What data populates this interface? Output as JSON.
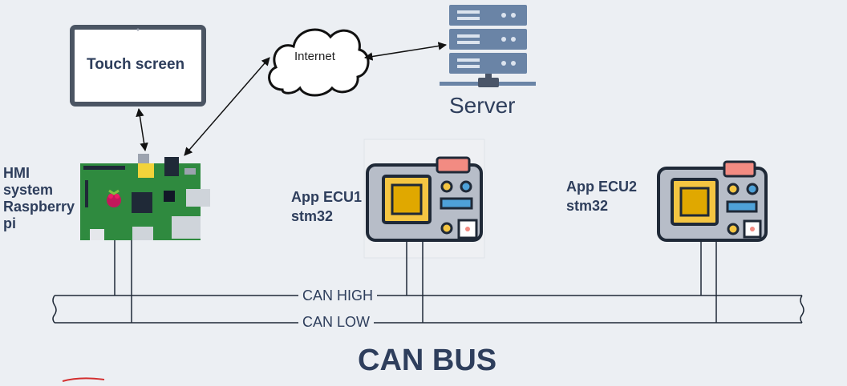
{
  "diagram": {
    "touch_screen_label": "Touch screen",
    "internet_label": "Internet",
    "server_label": "Server",
    "hmi_label_lines": [
      "HMI",
      "system",
      "Raspberry",
      "pi"
    ],
    "ecu1_label_lines": [
      "App ECU1",
      "stm32"
    ],
    "ecu2_label_lines": [
      "App ECU2",
      "stm32"
    ],
    "can_high_label": "CAN HIGH",
    "can_low_label": "CAN LOW",
    "bus_title": "CAN BUS"
  },
  "colors": {
    "text": "#2e3e5c",
    "server_blue": "#6a84a6",
    "chip_yellow": "#f4c542",
    "board_green": "#2e8b3e",
    "ecu_gray": "#b7bdc8",
    "ecu_pink": "#f28b82",
    "ecu_blue": "#4ea1d8"
  }
}
